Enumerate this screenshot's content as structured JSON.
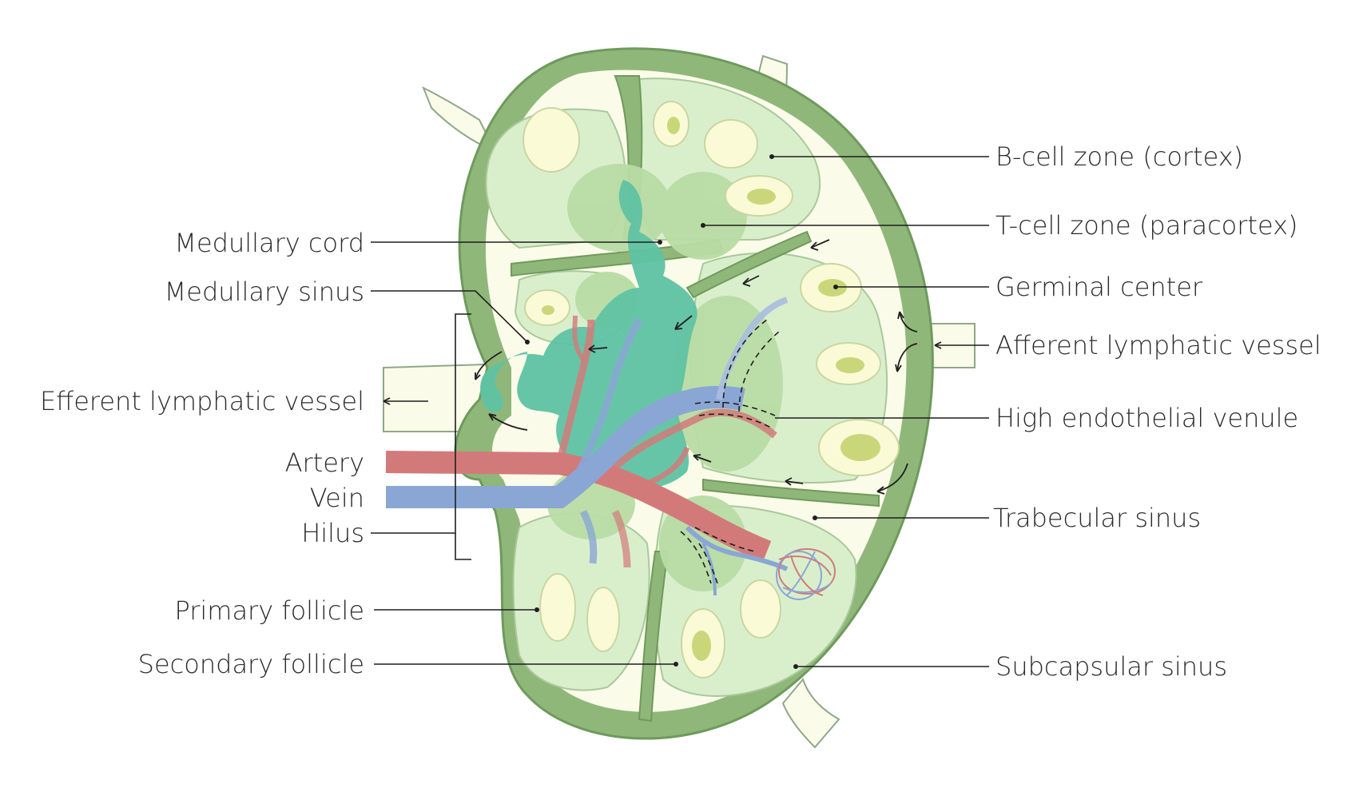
{
  "labels": {
    "medullary_cord": "Medullary cord",
    "medullary_sinus": "Medullary sinus",
    "efferent_lymphatic_vessel": "Efferent lymphatic vessel",
    "artery": "Artery",
    "vein": "Vein",
    "hilus": "Hilus",
    "primary_follicle": "Primary follicle",
    "secondary_follicle": "Secondary follicle",
    "b_cell_zone": "B-cell zone (cortex)",
    "t_cell_zone": "T-cell zone (paracortex)",
    "germinal_center": "Germinal center",
    "afferent_lymphatic_vessel": "Afferent lymphatic vessel",
    "high_endothelial_venule": "High endothelial venule",
    "trabecular_sinus": "Trabecular sinus",
    "subcapsular_sinus": "Subcapsular sinus"
  },
  "colors": {
    "capsule": "#8fb77a",
    "capsule_dark": "#6f9a5c",
    "sinus": "#fbfbe9",
    "cortex": "#d9efcc",
    "paracortex": "#b9dca5",
    "follicle": "#fafad6",
    "germinal_center": "#c9d77a",
    "medulla": "#5fc2a3",
    "artery": "#d27a7a",
    "vein": "#8aa6d4"
  }
}
